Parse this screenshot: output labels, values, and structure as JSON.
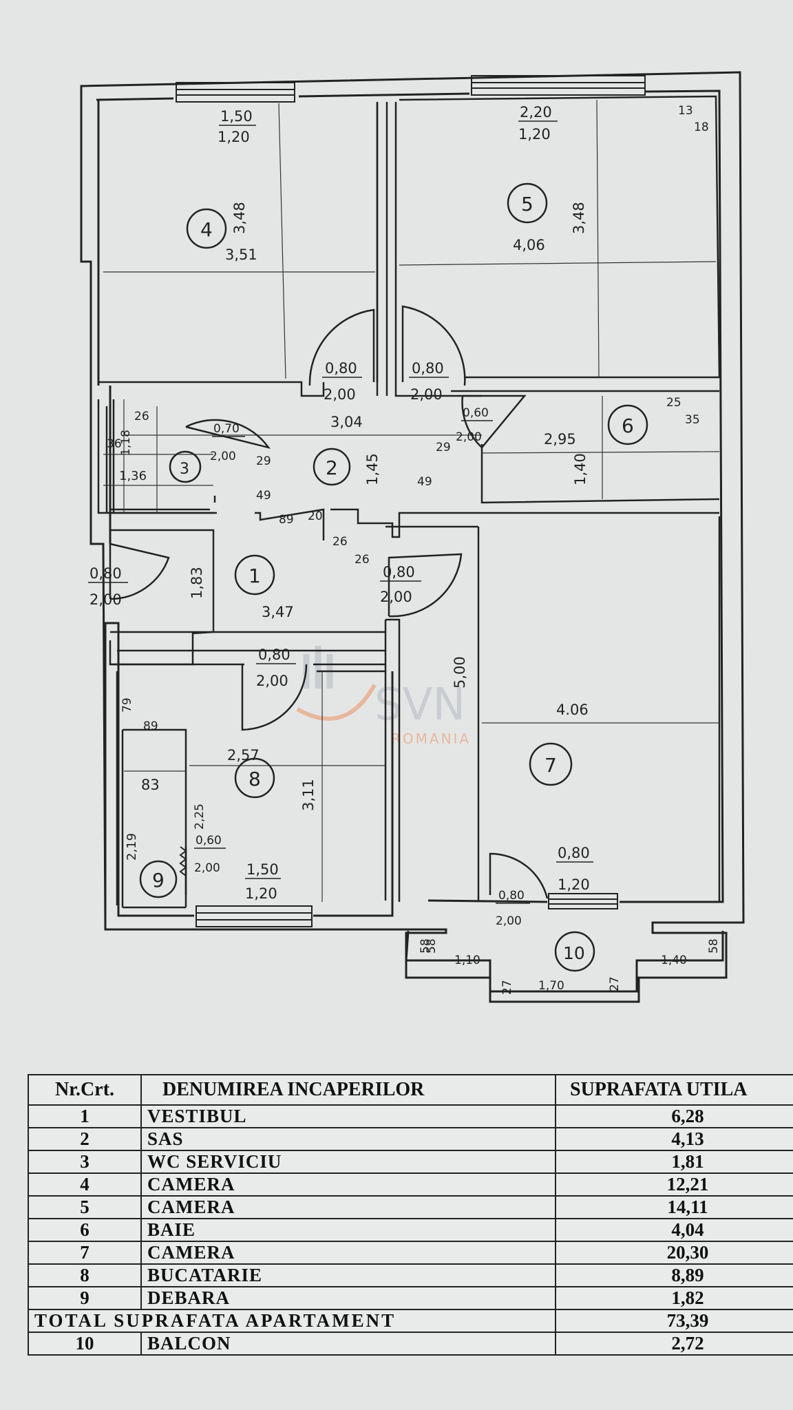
{
  "plan": {
    "rooms": [
      {
        "no": "1",
        "width": "3,47",
        "height": "1,83"
      },
      {
        "no": "2",
        "width": "3,04",
        "height": "1,45"
      },
      {
        "no": "3",
        "width": "1,36",
        "height": "1,18"
      },
      {
        "no": "4",
        "width": "3,51",
        "height": "3,48"
      },
      {
        "no": "5",
        "width": "4,06",
        "height": "3,48"
      },
      {
        "no": "6",
        "width": "2,95",
        "height": "1,40"
      },
      {
        "no": "7",
        "width": "4.06",
        "height": "5,00"
      },
      {
        "no": "8",
        "width": "2,57",
        "height": "3,11"
      },
      {
        "no": "9",
        "width": "83",
        "height": "2,19"
      },
      {
        "no": "10",
        "width": "1,70",
        "height": "58"
      }
    ],
    "windows": {
      "room4": {
        "w": "1,50",
        "h": "1,20"
      },
      "room5": {
        "w": "2,20",
        "h": "1,20"
      },
      "room7": {
        "w": "0,80",
        "h": "1,20"
      },
      "room8": {
        "w": "1,50",
        "h": "1,20"
      }
    },
    "doors": {
      "room4": {
        "w": "0,80",
        "h": "2,00"
      },
      "room5": {
        "w": "0,80",
        "h": "2,00"
      },
      "room3": {
        "w": "0,70",
        "h": "2,00"
      },
      "room6": {
        "w": "0,60",
        "h": "2,00"
      },
      "entrance": {
        "w": "0,80",
        "h": "2,00"
      },
      "room7": {
        "w": "0,80",
        "h": "2,00"
      },
      "room8": {
        "w": "0,80",
        "h": "2,00"
      },
      "room9": {
        "w": "0,60",
        "h": "2,00"
      },
      "balcony": {
        "w": "0,80",
        "h": "2,00"
      }
    },
    "small_dims": {
      "d13": "13",
      "d18": "18",
      "d25": "25",
      "d35": "35",
      "d26a": "26",
      "d36": "36",
      "d29a": "29",
      "d29b": "29",
      "d49a": "49",
      "d49b": "49",
      "d89a": "89",
      "d20": "20",
      "d26b": "26",
      "d26c": "26",
      "d79": "79",
      "d89b": "89",
      "d225": "2,25",
      "d58a": "58",
      "d58b": "58",
      "d110": "1,10",
      "d140": "1,40",
      "d27a": "27",
      "d27b": "27"
    },
    "watermark": {
      "brand": "SVN",
      "sub": "ROMANIA"
    }
  },
  "table": {
    "headers": {
      "nr": "Nr.Crt.",
      "name": "DENUMIREA INCAPERILOR",
      "area": "SUPRAFATA UTILA"
    },
    "rows": [
      {
        "nr": "1",
        "name": "VESTIBUL",
        "area": "6,28"
      },
      {
        "nr": "2",
        "name": "SAS",
        "area": "4,13"
      },
      {
        "nr": "3",
        "name": "WC SERVICIU",
        "area": "1,81"
      },
      {
        "nr": "4",
        "name": "CAMERA",
        "area": "12,21"
      },
      {
        "nr": "5",
        "name": "CAMERA",
        "area": "14,11"
      },
      {
        "nr": "6",
        "name": "BAIE",
        "area": "4,04"
      },
      {
        "nr": "7",
        "name": "CAMERA",
        "area": "20,30"
      },
      {
        "nr": "8",
        "name": "BUCATARIE",
        "area": "8,89"
      },
      {
        "nr": "9",
        "name": "DEBARA",
        "area": "1,82"
      }
    ],
    "total": {
      "label": "TOTAL SUPRAFATA APARTAMENT",
      "area": "73,39"
    },
    "balcony": {
      "nr": "10",
      "name": "BALCON",
      "area": "2,72"
    }
  }
}
